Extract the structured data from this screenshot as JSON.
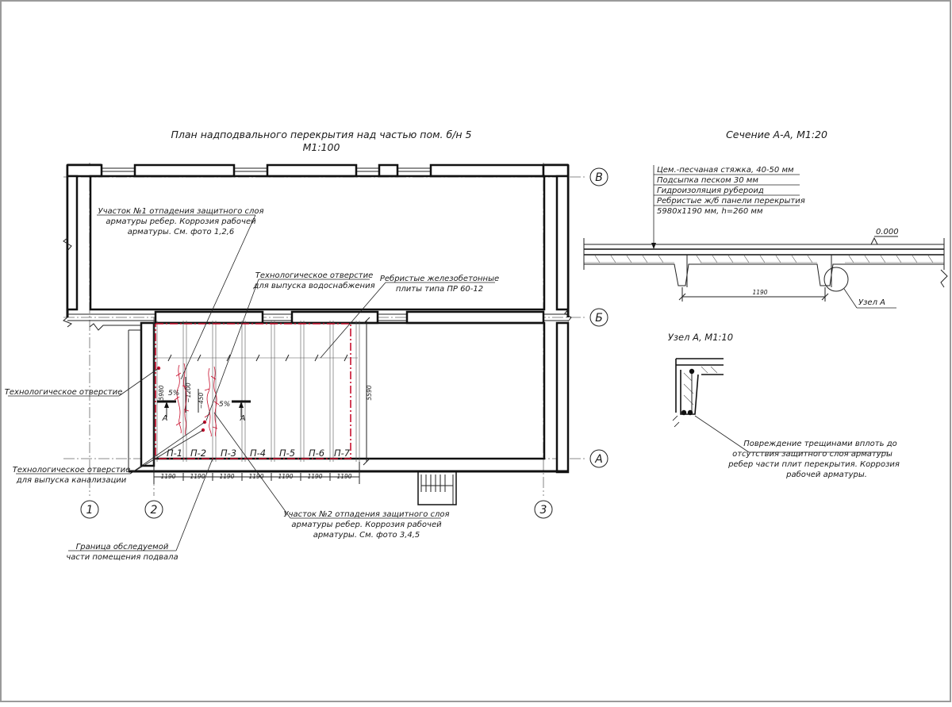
{
  "plan": {
    "title_line1": "План надподвального перекрытия над частью пом. б/н 5",
    "title_line2": "М1:100",
    "axes": {
      "rows": [
        "В",
        "Б",
        "А"
      ],
      "cols": [
        "1",
        "2",
        "3"
      ]
    },
    "panels": [
      "П-1",
      "П-2",
      "П-3",
      "П-4",
      "П-5",
      "П-6",
      "П-7"
    ],
    "panel_widths": [
      "1190",
      "1190",
      "1190",
      "1190",
      "1190",
      "1190",
      "1190"
    ],
    "dim_5980": "5980",
    "dim_5590": "5590",
    "dim_1200": "~1200",
    "dim_450": "~450",
    "slope_1": "5%",
    "slope_2": "5%",
    "cut_mark_1": "А",
    "cut_mark_2": "А",
    "note_area1_line1": "Участок №1 отпадения защитного слоя",
    "note_area1_line2": "арматуры ребер. Коррозия рабочей",
    "note_area1_line3": "арматуры. См. фото 1,2,6",
    "note_water_line1": "Технологическое отверстие",
    "note_water_line2": "для выпуска водоснабжения",
    "note_slabs_line1": "Ребристые железобетонные",
    "note_slabs_line2": "плиты типа ПР 60-12",
    "note_tech_hole": "Технологическое отверстие",
    "note_sewer_line1": "Технологическое отверстие",
    "note_sewer_line2": "для выпуска канализации",
    "note_area2_line1": "Участок №2 отпадения защитного слоя",
    "note_area2_line2": "арматуры ребер. Коррозия рабочей",
    "note_area2_line3": "арматуры. См. фото 3,4,5",
    "note_boundary_line1": "Граница обследуемой",
    "note_boundary_line2": "части помещения подвала"
  },
  "section": {
    "title": "Сечение А-А, М1:20",
    "layers": [
      "Цем.-песчаная стяжка, 40-50 мм",
      "Подсыпка песком 30 мм",
      "Гидроизоляция рубероид",
      "Ребристые ж/б панели перекрытия",
      "5980х1190 мм, h=260 мм"
    ],
    "level": "0.000",
    "rib_spacing": "1190",
    "node_label": "Узел А"
  },
  "node": {
    "title": "Узел А, М1:10",
    "note_line1": "Повреждение трещинами вплоть до",
    "note_line2": "отсутствия защитного слоя арматуры",
    "note_line3": "ребер части плит перекрытия. Коррозия",
    "note_line4": "рабочей арматуры."
  },
  "colors": {
    "frame": "#9a9a9a",
    "ink": "#111111",
    "damage_red": "#c8102e"
  }
}
